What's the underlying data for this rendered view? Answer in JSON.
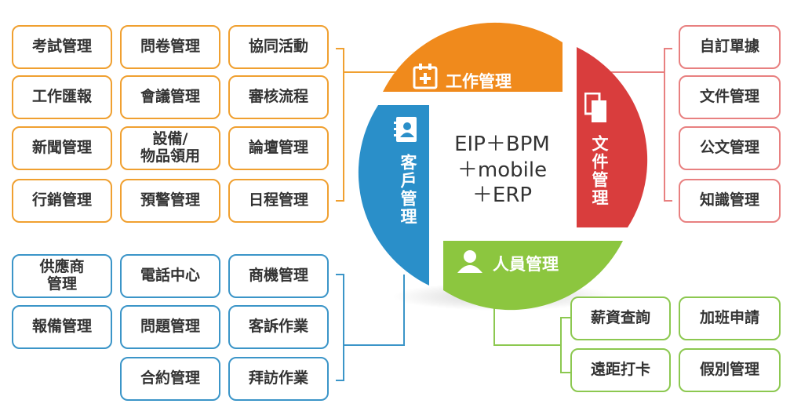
{
  "center": {
    "line1": "EIP＋BPM",
    "line2": "＋mobile",
    "line3": "＋ERP"
  },
  "segments": {
    "work": {
      "label": "工作管理",
      "color": "#f08a1c"
    },
    "docs": {
      "label": "文件管理",
      "color": "#d93d3d"
    },
    "people": {
      "label": "人員管理",
      "color": "#8cc63f"
    },
    "customers": {
      "label": "客戶管理",
      "color": "#2a8fc9"
    }
  },
  "work_items": [
    "考試管理",
    "問卷管理",
    "協同活動",
    "工作匯報",
    "會議管理",
    "審核流程",
    "新聞管理",
    "設備/\n物品領用",
    "論壇管理",
    "行銷管理",
    "預警管理",
    "日程管理"
  ],
  "doc_items": [
    "自訂單據",
    "文件管理",
    "公文管理",
    "知識管理"
  ],
  "customer_items": [
    "供應商\n管理",
    "電話中心",
    "商機管理",
    "報備管理",
    "問題管理",
    "客訴作業",
    "合約管理",
    "拜訪作業"
  ],
  "people_items": [
    "薪資查詢",
    "加班申請",
    "遠距打卡",
    "假別管理"
  ]
}
